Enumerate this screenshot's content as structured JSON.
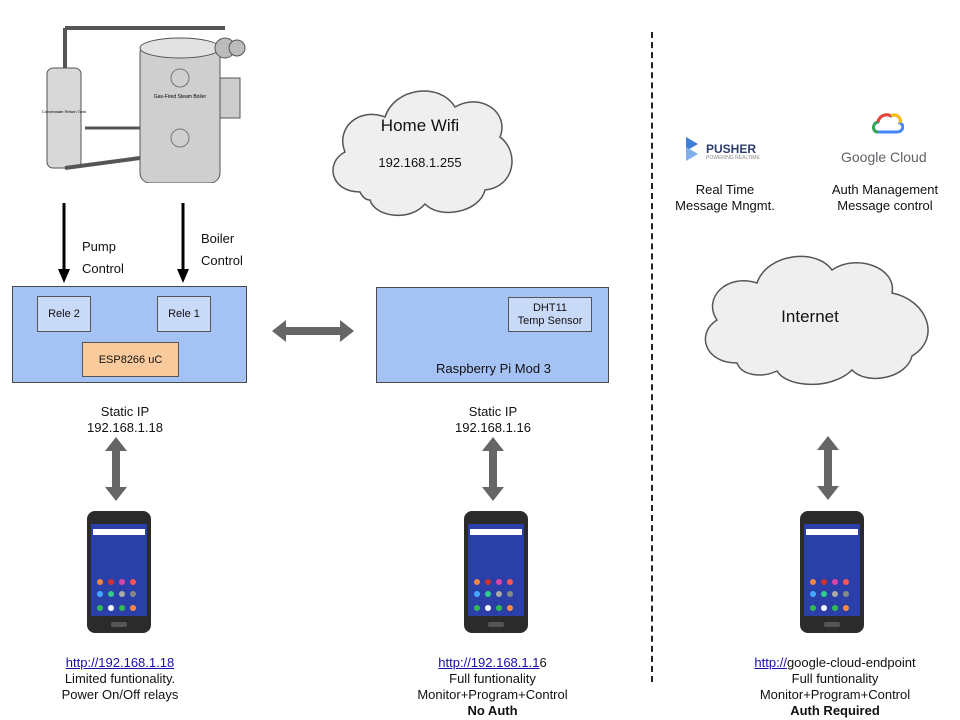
{
  "wifi": {
    "title": "Home Wifi",
    "ip": "192.168.1.255"
  },
  "arrows": {
    "pump": [
      "Pump",
      "Control"
    ],
    "boiler": [
      "Boiler",
      "Control"
    ]
  },
  "esp_box": {
    "rele2": "Rele 2",
    "rele1": "Rele 1",
    "mcu": "ESP8266 uC"
  },
  "rpi_box": {
    "sensor_line1": "DHT11",
    "sensor_line2": "Temp Sensor",
    "title": "Raspberry Pi Mod 3"
  },
  "esp_ip": {
    "line1": "Static IP",
    "line2": "192.168.1.18"
  },
  "rpi_ip": {
    "line1": "Static IP",
    "line2": "192.168.1.16"
  },
  "cloud": {
    "pusher_brand": "PUSHER",
    "pusher_tag": "POWERING REALTIME",
    "google_brand": "Google Cloud",
    "pusher_desc": [
      "Real Time",
      "Message Mngmt."
    ],
    "google_desc": [
      "Auth Management",
      "Message control"
    ],
    "internet": "Internet"
  },
  "boiler_labels": {
    "tank": "Condensate Return Tank",
    "boiler": "Gas-Fired Steam Boiler"
  },
  "captions": {
    "esp": {
      "link": "http://192.168.1.18",
      "l2": "Limited funtionality.",
      "l3": "Power On/Off relays"
    },
    "rpi": {
      "link": "http://192.168.1.1",
      "link_tail": "6",
      "l2": "Full funtionality",
      "l3": "Monitor+Program+Control",
      "l4": "No Auth"
    },
    "cloud": {
      "link": "http://",
      "link_tail": "google-cloud-endpoint",
      "l2": "Full funtionality",
      "l3": "Monitor+Program+Control",
      "l4": "Auth Required"
    }
  },
  "colors": {
    "box": "#a4c2f4",
    "rele": "#c9daf8",
    "esp": "#f9cb9c",
    "arrow": "#666666",
    "cloud": "#efefef"
  }
}
